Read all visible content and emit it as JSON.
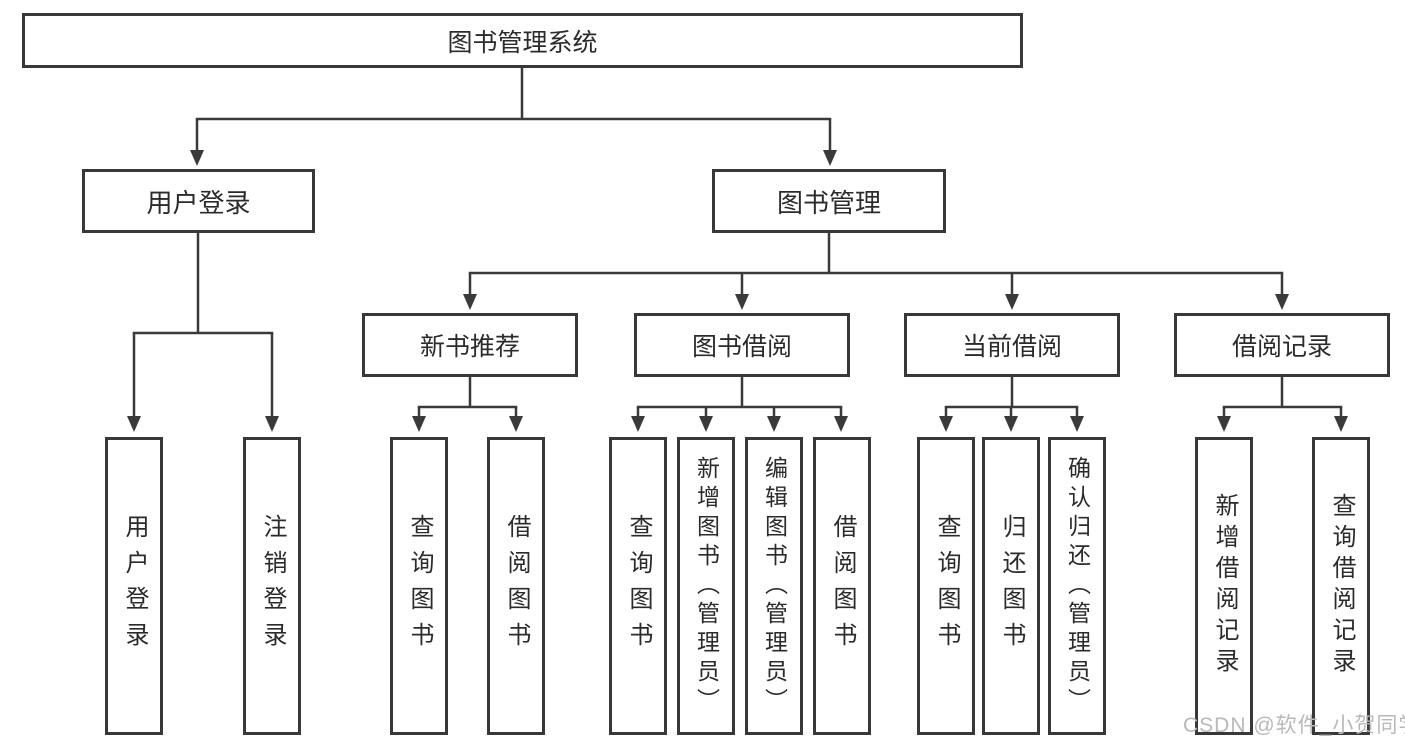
{
  "diagram": {
    "root": {
      "label": "图书管理系统"
    },
    "level2": [
      {
        "id": "user-login",
        "label": "用户登录"
      },
      {
        "id": "book-mgmt",
        "label": "图书管理"
      }
    ],
    "level3": [
      {
        "id": "new-book-recommend",
        "label": "新书推荐"
      },
      {
        "id": "book-borrow",
        "label": "图书借阅"
      },
      {
        "id": "current-borrow",
        "label": "当前借阅"
      },
      {
        "id": "borrow-records",
        "label": "借阅记录"
      }
    ],
    "leaves": [
      {
        "group": "user-login",
        "label": "用户登录"
      },
      {
        "group": "user-login",
        "label": "注销登录"
      },
      {
        "group": "new-book-recommend",
        "label": "查询图书"
      },
      {
        "group": "new-book-recommend",
        "label": "借阅图书"
      },
      {
        "group": "book-borrow",
        "label": "查询图书"
      },
      {
        "group": "book-borrow",
        "label": "新增图书（管理员）"
      },
      {
        "group": "book-borrow",
        "label": "编辑图书（管理员）"
      },
      {
        "group": "book-borrow",
        "label": "借阅图书"
      },
      {
        "group": "current-borrow",
        "label": "查询图书"
      },
      {
        "group": "current-borrow",
        "label": "归还图书"
      },
      {
        "group": "current-borrow",
        "label": "确认归还（管理员）"
      },
      {
        "group": "borrow-records",
        "label": "新增借阅记录"
      },
      {
        "group": "borrow-records",
        "label": "查询借阅记录"
      }
    ]
  },
  "watermark": {
    "text": "CSDN @软件_小贺同学"
  },
  "colors": {
    "line": "#3a3a3a",
    "border": "#383838",
    "text": "#2b2b2b",
    "watermark": "#b9b9b9",
    "background": "#ffffff"
  }
}
